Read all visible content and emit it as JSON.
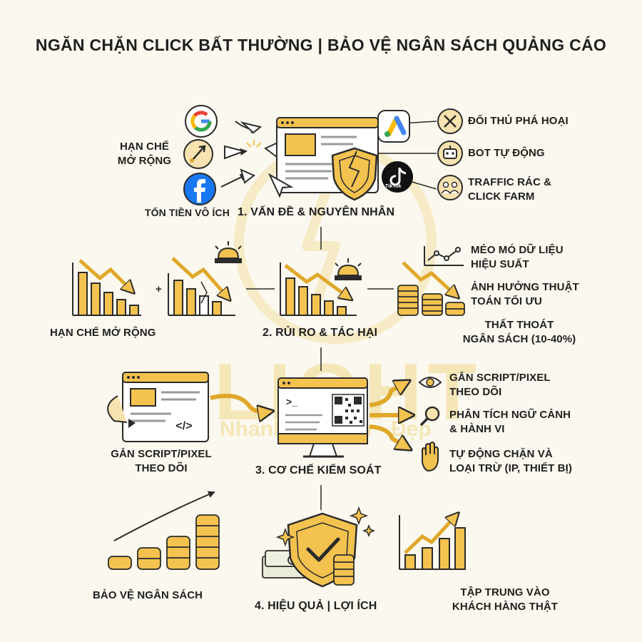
{
  "title": "NGĂN CHẶN CLICK BẤT THƯỜNG | BẢO VỆ NGÂN SÁCH QUẢNG CÁO",
  "watermark": {
    "brand": "LIGHT",
    "slogan": "Nhanh · Chuẩn · Đẹp"
  },
  "colors": {
    "accent": "#f3c24f",
    "accent_dark": "#e0a82a",
    "stroke": "#2b2b2b",
    "background": "#fbf8ef",
    "google_blue": "#4285f4",
    "facebook_blue": "#1877f2"
  },
  "section1": {
    "heading": "1. VẤN ĐỀ & NGUYÊN NHÂN",
    "left_label_line1": "HẠN CHẾ",
    "left_label_line2": "MỞ RỘNG",
    "bottom_label": "TỐN TIỀN VÔ ÍCH",
    "platforms": [
      "google-icon",
      "rocket-icon",
      "facebook-icon",
      "google-ads-icon",
      "tiktok-icon"
    ],
    "tiktok_label": "TikTok",
    "causes": [
      {
        "icon": "swords-icon",
        "line1": "ĐỐI THỦ PHÁ HOẠI",
        "line2": ""
      },
      {
        "icon": "robot-icon",
        "line1": "BOT TỰ ĐỘNG",
        "line2": ""
      },
      {
        "icon": "group-icon",
        "line1": "TRAFFIC RÁC &",
        "line2": "CLICK FARM"
      }
    ]
  },
  "section2": {
    "heading": "2. RỦI RO & TÁC HẠI",
    "left_label": "HẠN CHẾ MỞ RỘNG",
    "plus": "+",
    "impacts": [
      {
        "line1": "MÉO MÓ DỮ LIỆU",
        "line2": "HIỆU SUẤT"
      },
      {
        "line1": "ẢNH HƯỞNG THUẬT",
        "line2": "TOÁN TỐI ƯU"
      },
      {
        "line1": "THẤT THOÁT",
        "line2": "NGÂN SÁCH (10-40%)"
      }
    ]
  },
  "section3": {
    "heading": "3. CƠ CHẾ KIỂM SOÁT",
    "left_label_line1": "GẮN SCRIPT/PIXEL",
    "left_label_line2": "THEO DÕI",
    "code_glyph": "</>",
    "prompt_glyph": ">_",
    "steps": [
      {
        "icon": "eye-icon",
        "line1": "GẮN SCRIPT/PIXEL",
        "line2": "THEO DÕI"
      },
      {
        "icon": "magnifier-icon",
        "line1": "PHÂN TÍCH NGỮ CẢNH",
        "line2": "& HÀNH VI"
      },
      {
        "icon": "hand-stop-icon",
        "line1": "TỰ ĐỘNG CHẶN VÀ",
        "line2": "LOẠI TRỪ (IP, THIẾT BỊ)"
      }
    ]
  },
  "section4": {
    "heading": "4. HIỆU QUẢ | LỢI ÍCH",
    "left_label": "BẢO VỆ NGÂN SÁCH",
    "right_label_line1": "TẬP TRUNG VÀO",
    "right_label_line2": "KHÁCH HÀNG THẬT"
  }
}
